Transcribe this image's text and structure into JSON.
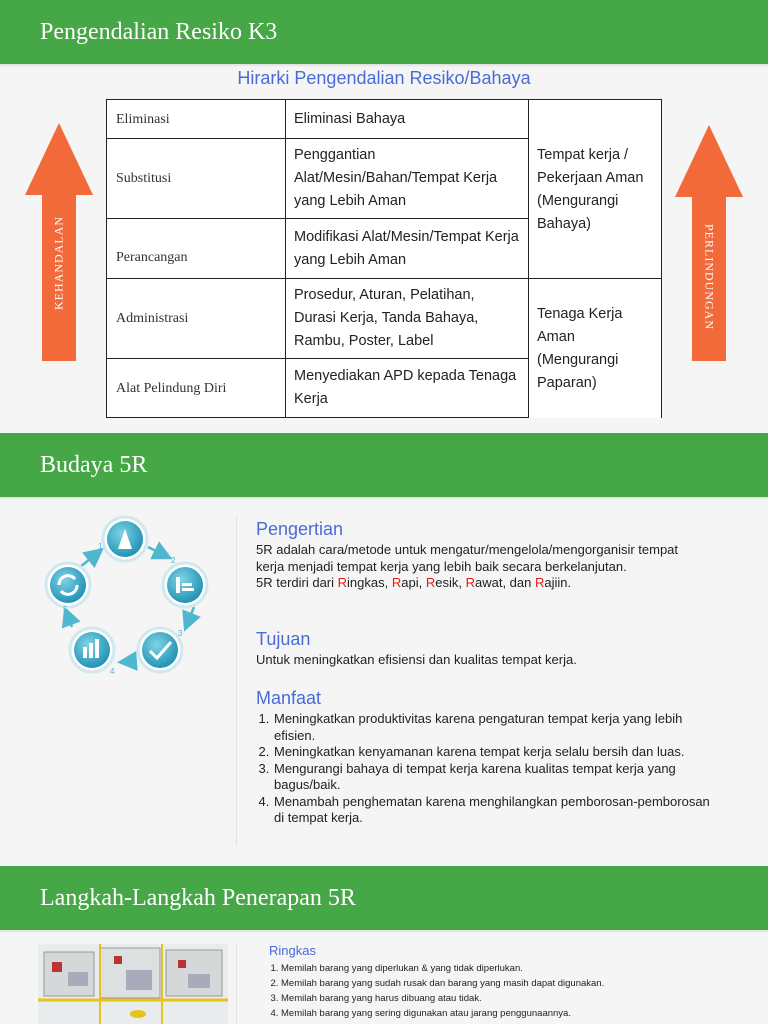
{
  "sections": {
    "risk": {
      "title": "Pengendalian Resiko K3",
      "subtitle": "Hirarki Pengendalian Resiko/Bahaya"
    },
    "culture": {
      "title": "Budaya 5R"
    },
    "steps": {
      "title": "Langkah-Langkah Penerapan 5R"
    }
  },
  "hierarchy": {
    "rows": [
      {
        "level": "Eliminasi",
        "control": "Eliminasi Bahaya"
      },
      {
        "level": "Substitusi",
        "control": "Penggantian Alat/Mesin/Bahan/Tempat Kerja yang Lebih Aman"
      },
      {
        "level": "Perancangan",
        "control": "Modifikasi Alat/Mesin/Tempat Kerja yang Lebih Aman"
      },
      {
        "level": "Administrasi",
        "control": "Prosedur, Aturan, Pelatihan, Durasi Kerja, Tanda Bahaya, Rambu, Poster, Label"
      },
      {
        "level": "Alat Pelindung Diri",
        "control": "Menyediakan APD kepada Tenaga Kerja"
      }
    ],
    "results": [
      "Tempat kerja / Pekerjaan Aman (Mengurangi Bahaya)",
      "Tenaga Kerja Aman (Mengurangi Paparan)"
    ],
    "left_arrow_label": "KEHANDALAN",
    "right_arrow_label": "PERLINDUNGAN",
    "arrow_color": "#f26a3a"
  },
  "budaya": {
    "pengertian": {
      "heading": "Pengertian",
      "text": "5R adalah cara/metode untuk mengatur/mengelola/mengorganisir tempat kerja menjadi tempat kerja yang lebih baik secara berkelanjutan.",
      "list_prefix": "5R terdiri dari ",
      "items": [
        {
          "initial": "R",
          "rest": "ingkas"
        },
        {
          "initial": "R",
          "rest": "api"
        },
        {
          "initial": "R",
          "rest": "esik"
        },
        {
          "initial": "R",
          "rest": "awat"
        },
        {
          "initial": "R",
          "rest": "ajiin"
        }
      ],
      "sep_comma": ", ",
      "sep_and": ", dan ",
      "end": "."
    },
    "tujuan": {
      "heading": "Tujuan",
      "text": "Untuk meningkatkan efisiensi dan kualitas tempat kerja."
    },
    "manfaat": {
      "heading": "Manfaat",
      "items": [
        "Meningkatkan produktivitas karena pengaturan tempat kerja yang lebih efisien.",
        "Meningkatkan kenyamanan karena tempat kerja selalu bersih dan luas.",
        "Mengurangi bahaya di tempat kerja karena kualitas tempat kerja yang bagus/baik.",
        "Menambah penghematan karena menghilangkan pemborosan-pemborosan di tempat kerja."
      ]
    },
    "cycle_numbers": [
      "1",
      "2",
      "3",
      "4",
      "5"
    ],
    "cycle_color": "#2aa8c4"
  },
  "langkah": {
    "ringkas": {
      "heading": "Ringkas",
      "items": [
        "Memilah barang  yang diperlukan & yang tidak diperlukan.",
        "Memilah barang  yang sudah rusak dan barang  yang masih dapat  digunakan.",
        "Memilah barang  yang harus dibuang atau tidak.",
        "Memilah barang  yang sering digunakan atau jarang penggunaannya."
      ]
    }
  },
  "colors": {
    "header_green": "#45a745",
    "accent_blue": "#4a6bd6",
    "highlight_red": "#e02020"
  }
}
